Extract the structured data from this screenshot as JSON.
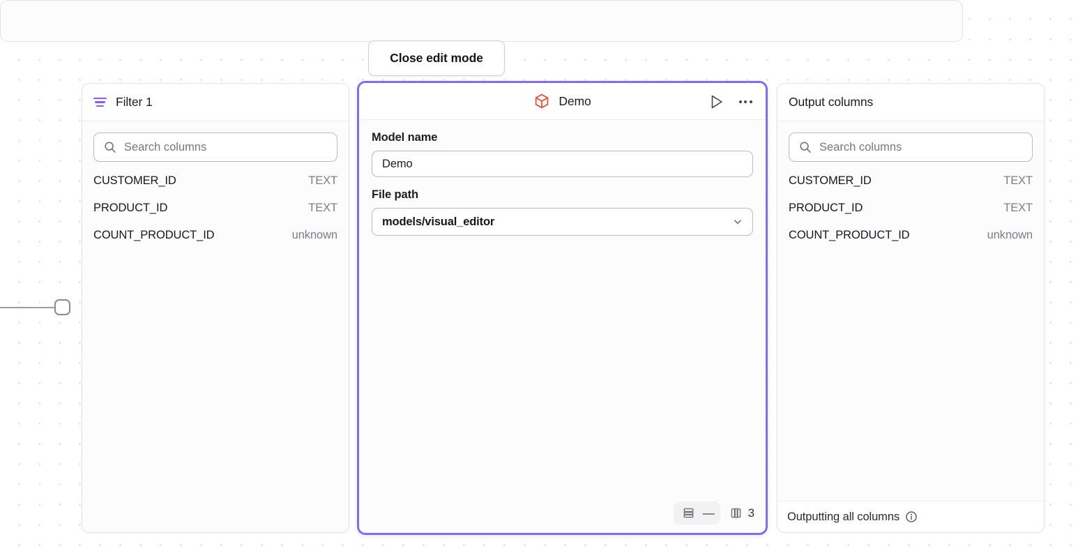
{
  "canvas": {
    "close_edit_mode_label": "Close edit mode"
  },
  "filter_panel": {
    "title": "Filter 1",
    "icon": "filter-icon",
    "search": {
      "icon": "search-icon",
      "placeholder": "Search columns",
      "value": ""
    },
    "columns": [
      {
        "name": "CUSTOMER_ID",
        "type": "TEXT"
      },
      {
        "name": "PRODUCT_ID",
        "type": "TEXT"
      },
      {
        "name": "COUNT_PRODUCT_ID",
        "type": "unknown"
      }
    ]
  },
  "demo_panel": {
    "title": "Demo",
    "icon": "cube-icon",
    "run_icon": "play-icon",
    "more_icon": "more-horizontal-icon",
    "selected": true,
    "accent_color": "#7c6cf8",
    "fields": {
      "model_name_label": "Model name",
      "model_name_value": "Demo",
      "file_path_label": "File path",
      "file_path_value": "models/visual_editor",
      "file_path_chevron": "chevron-down-icon"
    },
    "footer": {
      "rows_icon": "rows-icon",
      "rows_count": "—",
      "columns_icon": "columns-icon",
      "columns_count": "3"
    }
  },
  "output_panel": {
    "title": "Output columns",
    "search": {
      "icon": "search-icon",
      "placeholder": "Search columns",
      "value": ""
    },
    "columns": [
      {
        "name": "CUSTOMER_ID",
        "type": "TEXT"
      },
      {
        "name": "PRODUCT_ID",
        "type": "TEXT"
      },
      {
        "name": "COUNT_PRODUCT_ID",
        "type": "unknown"
      }
    ],
    "footer_text": "Outputting all columns",
    "footer_icon": "info-icon"
  }
}
